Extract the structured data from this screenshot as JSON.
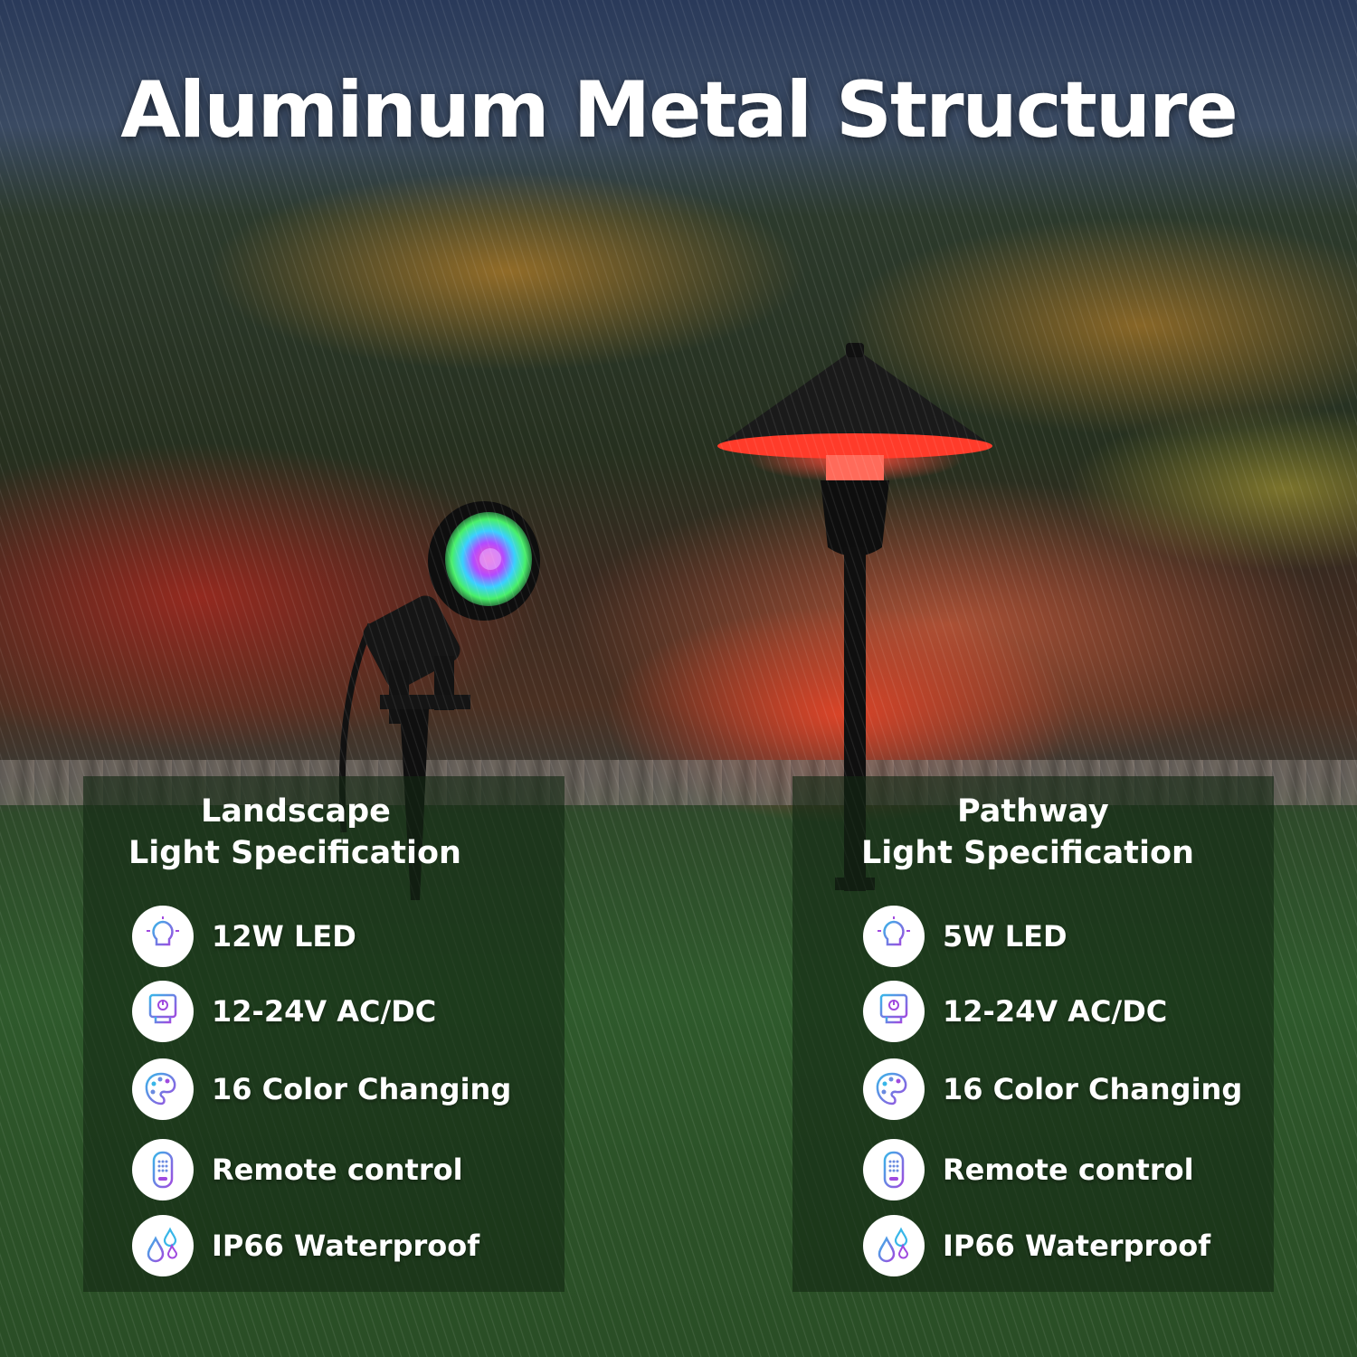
{
  "title": "Aluminum Metal Structure",
  "left_panel": {
    "heading_line1": "Landscape",
    "heading_line2": "Light Specification",
    "features": [
      {
        "label": "12W LED",
        "icon": "lightbulb-icon"
      },
      {
        "label": "12-24V AC/DC",
        "icon": "power-adapter-icon"
      },
      {
        "label": "16 Color Changing",
        "icon": "palette-icon"
      },
      {
        "label": "Remote control",
        "icon": "remote-icon"
      },
      {
        "label": "IP66 Waterproof",
        "icon": "water-drops-icon"
      }
    ]
  },
  "right_panel": {
    "heading_line1": "Pathway",
    "heading_line2": "Light Specification",
    "features": [
      {
        "label": "5W LED",
        "icon": "lightbulb-icon"
      },
      {
        "label": "12-24V AC/DC",
        "icon": "power-adapter-icon"
      },
      {
        "label": "16 Color Changing",
        "icon": "palette-icon"
      },
      {
        "label": "Remote control",
        "icon": "remote-icon"
      },
      {
        "label": "IP66 Waterproof",
        "icon": "water-drops-icon"
      }
    ]
  },
  "colors": {
    "icon_gradient_start": "#38b6e8",
    "icon_gradient_end": "#a04adf",
    "glow_red": "#ff3b2a"
  }
}
